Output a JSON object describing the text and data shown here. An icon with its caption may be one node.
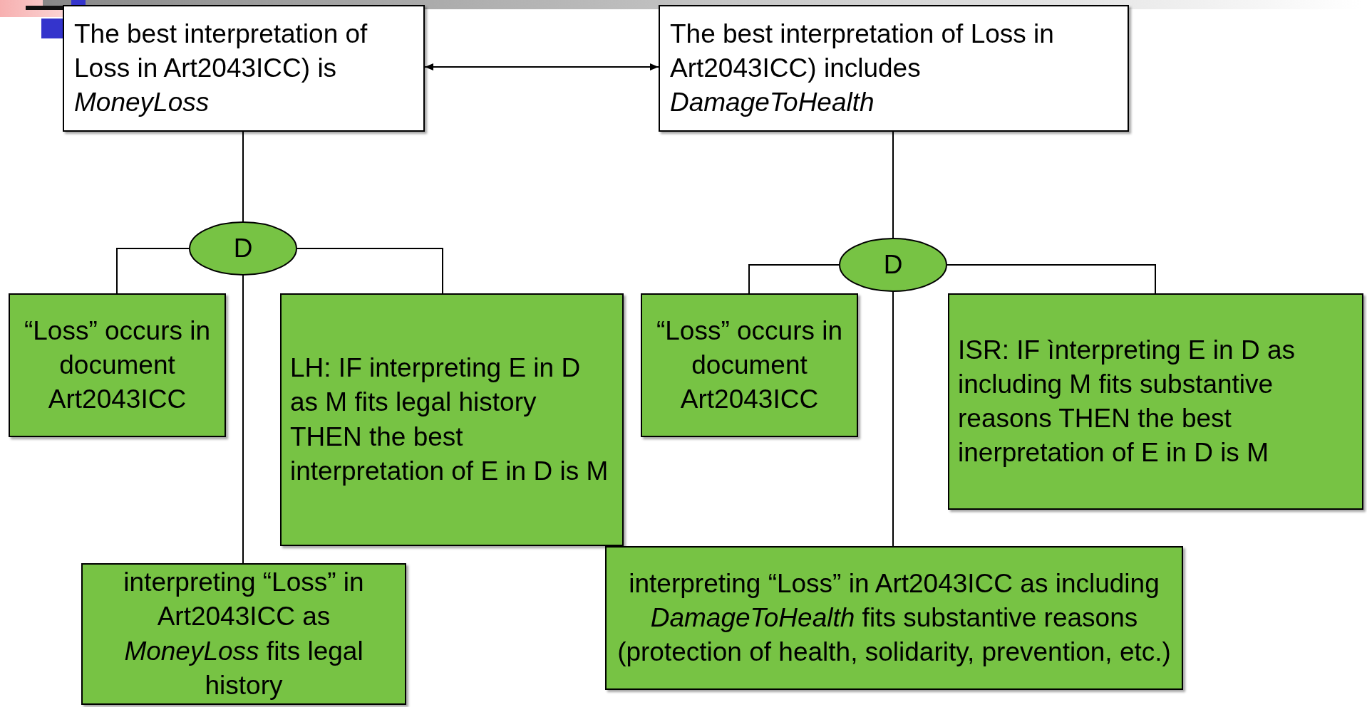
{
  "diagram": {
    "nodes": [
      {
        "text": [
          "The best interpretation of Loss in Art2043ICC) is *MoneyLoss*"
        ]
      },
      {
        "text": [
          "The best interpretation of Loss in Art2043ICC) includes *DamageToHealth*"
        ]
      },
      {
        "text": [
          "D"
        ]
      },
      {
        "text": [
          "“Loss” occurs in document Art2043ICC"
        ]
      },
      {
        "text": [
          "LH: IF interpreting E in D as M  fits legal history THEN the best interpretation of E in D is M"
        ]
      },
      {
        "text": [
          "interpreting “Loss” in Art2043ICC as *MoneyLoss*  fits legal history"
        ]
      },
      {
        "text": [
          "D"
        ]
      },
      {
        "text": [
          "“Loss” occurs in document Art2043ICC"
        ]
      },
      {
        "text": [
          "ISR: IF ìnterpreting E  in D as including M  fits substantive reasons THEN the best inerpretation of E in D is M"
        ]
      },
      {
        "text": [
          "interpreting “Loss”  in Art2043ICC as including *DamageToHealth* fits substantive reasons (protection of health, solidarity, prevention, etc.)"
        ]
      }
    ],
    "edges": [
      {
        "from": 0,
        "to": 1,
        "arrow": "both"
      },
      {
        "from": 0,
        "to": 2,
        "arrow": "none"
      },
      {
        "from": 2,
        "to": 3,
        "arrow": "none"
      },
      {
        "from": 2,
        "to": 4,
        "arrow": "none"
      },
      {
        "from": 2,
        "to": 5,
        "arrow": "none"
      },
      {
        "from": 1,
        "to": 6,
        "arrow": "none"
      },
      {
        "from": 6,
        "to": 7,
        "arrow": "none"
      },
      {
        "from": 6,
        "to": 8,
        "arrow": "none"
      },
      {
        "from": 6,
        "to": 9,
        "arrow": "none"
      }
    ]
  }
}
